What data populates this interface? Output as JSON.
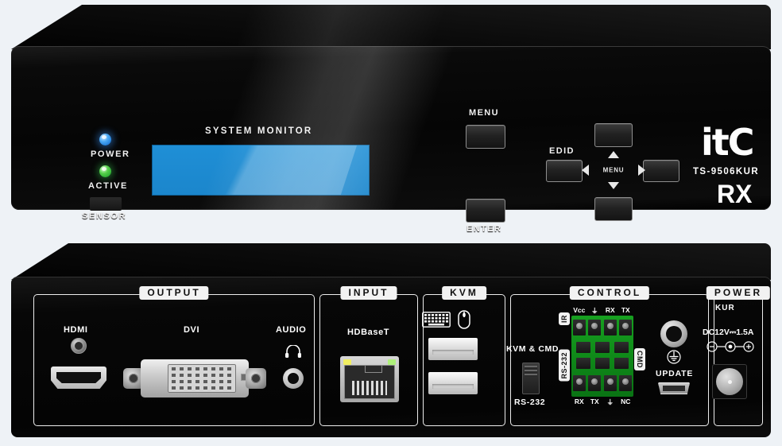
{
  "product": {
    "brand": "itC",
    "model": "TS-9506KUR",
    "variant": "RX"
  },
  "front": {
    "indicators": [
      {
        "label": "POWER",
        "color": "#49a8f5",
        "name": "power-led"
      },
      {
        "label": "ACTIVE",
        "color": "#55d04a",
        "name": "active-led"
      }
    ],
    "sensor_label": "SENSOR",
    "display": {
      "label": "SYSTEM MONITOR",
      "screen_color": "#1f8fd6"
    },
    "buttons": {
      "menu": "MENU",
      "enter": "ENTER",
      "edid": "EDID",
      "nav_center": "MENU"
    }
  },
  "rear": {
    "sections": [
      {
        "title": "OUTPUT"
      },
      {
        "title": "INPUT"
      },
      {
        "title": "KVM"
      },
      {
        "title": "CONTROL"
      },
      {
        "title": "POWER"
      }
    ],
    "output": {
      "hdmi_label": "HDMI",
      "dvi_label": "DVI",
      "audio_label": "AUDIO"
    },
    "input": {
      "hdbaset_label": "HDBaseT"
    },
    "kvm": {
      "keyboard_icon": "keyboard-icon",
      "mouse_icon": "mouse-icon"
    },
    "control": {
      "switch_top_label": "KVM & CMD",
      "switch_bottom_label": "RS-232",
      "terminal_top_pins": [
        "Vcc",
        "⏚",
        "RX",
        "TX"
      ],
      "terminal_bottom_pins": [
        "RX",
        "TX",
        "⏚",
        "NC"
      ],
      "tab_ir": "IR",
      "tab_rs232": "RS-232",
      "tab_cmd": "CMD",
      "update_label": "UPDATE"
    },
    "power": {
      "variant_label": "KUR",
      "rating": "DC12V⎓1.5A"
    }
  }
}
